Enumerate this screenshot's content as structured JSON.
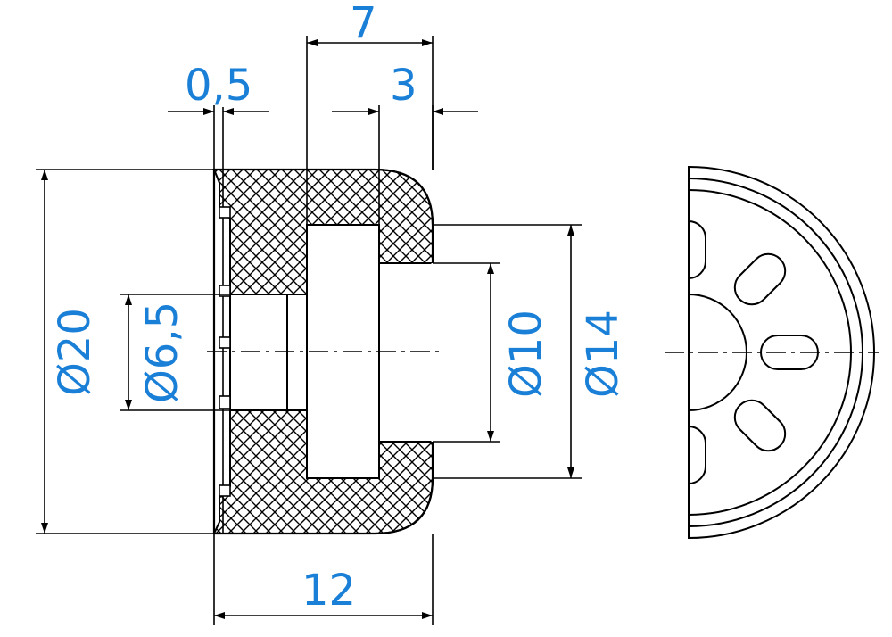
{
  "colors": {
    "line": "#000000",
    "dimension_text": "#1a7fd6",
    "background": "#ffffff"
  },
  "dimensions": {
    "width_7": "7",
    "gap_0_5": "0,5",
    "depth_3": "3",
    "dia_20": "Ø20",
    "dia_6_5": "Ø6,5",
    "dia_10": "Ø10",
    "dia_14": "Ø14",
    "length_12": "12"
  }
}
